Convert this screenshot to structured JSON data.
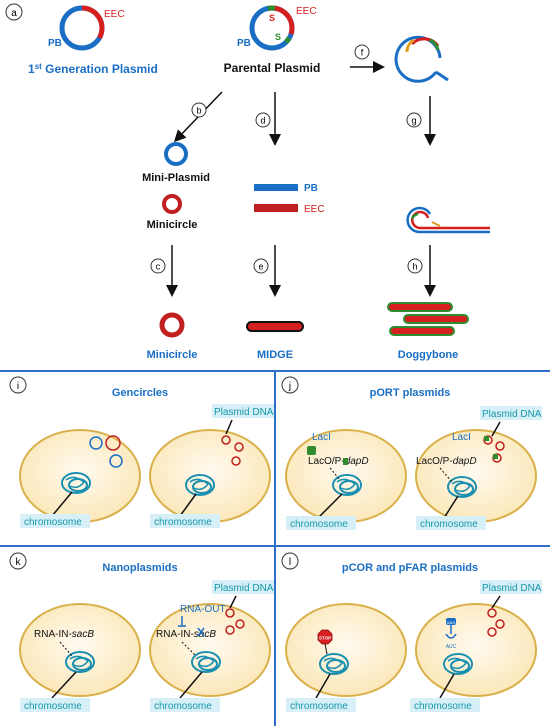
{
  "labels": {
    "a": "a",
    "b": "b",
    "c": "c",
    "d": "d",
    "e": "e",
    "f": "f",
    "g": "g",
    "h": "h",
    "i": "i",
    "j": "j",
    "k": "k",
    "l": "l"
  },
  "top": {
    "first_gen": "1",
    "first_gen_sup": "st",
    "first_gen_rest": " Generation Plasmid",
    "parental": "Parental Plasmid",
    "pb": "PB",
    "eec": "EEC",
    "s": "S",
    "mini_plasmid": "Mini-Plasmid",
    "minicircle": "Minicircle",
    "minicircle_result": "Minicircle",
    "midge": "MIDGE",
    "doggybone": "Doggybone"
  },
  "panels": {
    "gencircles": "Gencircles",
    "port": "pORT plasmids",
    "nano": "Nanoplasmids",
    "pcor": "pCOR and pFAR plasmids",
    "plasmid_dna": "Plasmid DNA",
    "chromosome": "chromosome",
    "laci": "LacI",
    "laco": "LacO/P-",
    "dapd": "dapD",
    "rna_in": "RNA-IN-",
    "sacb": "sacB",
    "rna_out": "RNA-OUT",
    "stop": "STOP",
    "auc": "AUC",
    "uag": "UAG"
  },
  "colors": {
    "blue": "#1a6fc4",
    "red": "#d62020",
    "green": "#2e8b2e",
    "teal": "#1597a8",
    "cell_fill": "#fbeecb",
    "cell_stroke": "#d9b04a",
    "divider": "#2f6fc8"
  }
}
